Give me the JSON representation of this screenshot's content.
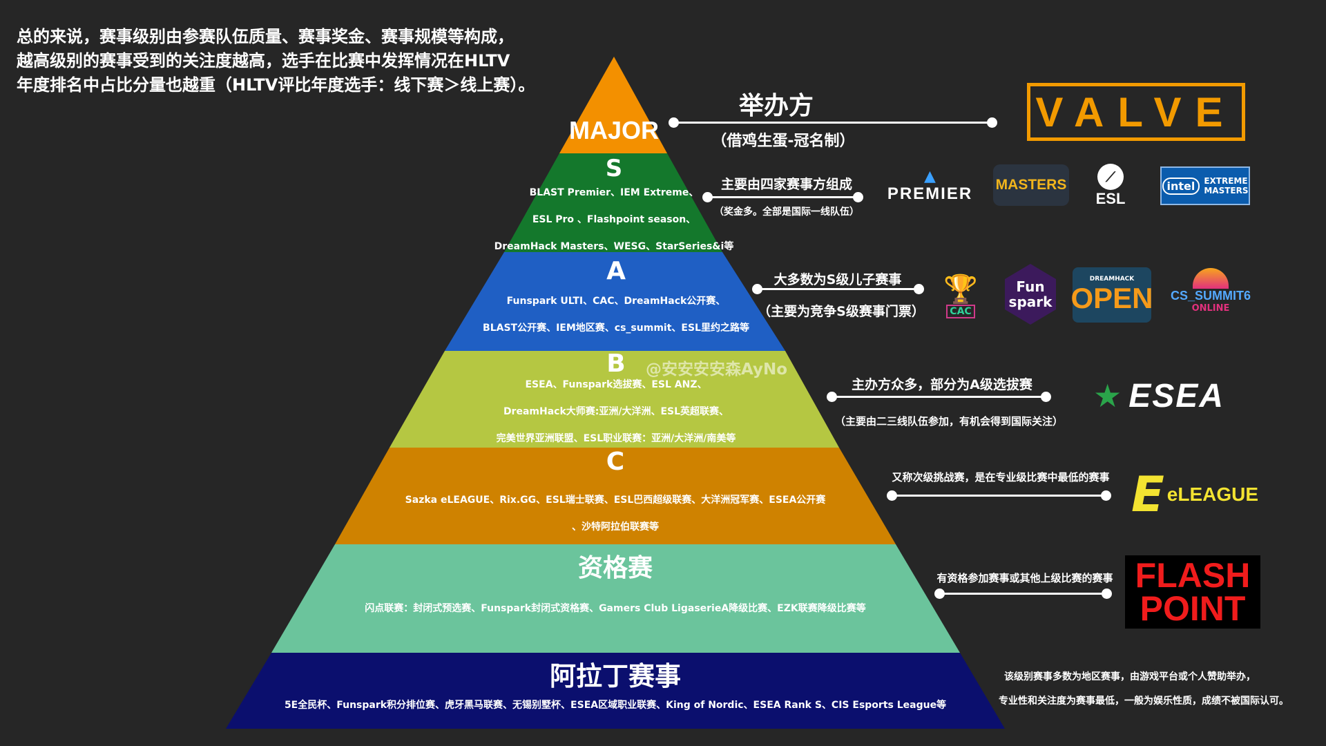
{
  "intro": [
    "总的来说，赛事级别由参赛队伍质量、赛事奖金、赛事规模等构成，",
    "越高级别的赛事受到的关注度越高，选手在比赛中发挥情况在HLTV",
    "年度排名中占比分量也越重（HLTV评比年度选手：线下赛＞线上赛）。"
  ],
  "watermark": "@安安安安森AyNo",
  "tiers": [
    {
      "label": "MAJOR",
      "color": "#f39000",
      "lines": []
    },
    {
      "label": "S",
      "color": "#14782c",
      "lines": [
        "BLAST Premier、IEM Extreme、",
        "ESL Pro 、Flashpoint season、",
        "DreamHack Masters、WESG、StarSeries&i等"
      ]
    },
    {
      "label": "A",
      "color": "#1f5fc4",
      "lines": [
        "Funspark ULTI、CAC、DreamHack公开赛、",
        "BLAST公开赛、IEM地区赛、cs_summit、ESL里约之路等"
      ]
    },
    {
      "label": "B",
      "color": "#b5c742",
      "lines": [
        "ESEA、Funspark选拔赛、ESL ANZ、",
        "DreamHack大师赛:亚洲/大洋洲、ESL英超联赛、",
        "完美世界亚洲联盟、ESL职业联赛：亚洲/大洋洲/南美等"
      ]
    },
    {
      "label": "C",
      "color": "#cf8200",
      "lines": [
        "Sazka eLEAGUE、Rix.GG、ESL瑞士联赛、ESL巴西超级联赛、大洋洲冠军赛、ESEA公开赛",
        "、沙特阿拉伯联赛等"
      ]
    },
    {
      "label": "资格赛",
      "color": "#6bc49c",
      "lines": [
        "闪点联赛：封闭式预选赛、Funspark封闭式资格赛、Gamers Club LigaserieA降级比赛、EZK联赛降级比赛等"
      ]
    },
    {
      "label": "阿拉丁赛事",
      "color": "#0b0f6e",
      "lines": [
        "5E全民杯、Funspark积分排位赛、虎牙黑马联赛、无锡别墅杯、ESEA区域职业联赛、King of Nordic、ESEA Rank S、CIS Esports League等"
      ]
    }
  ],
  "annotations": {
    "major": {
      "top": "举办方",
      "bottom": "（借鸡生蛋-冠名制）"
    },
    "s": {
      "top": "主要由四家赛事方组成",
      "bottom": "（奖金多。全部是国际一线队伍）"
    },
    "a": {
      "top": "大多数为S级儿子赛事",
      "bottom": "（主要为竞争S级赛事门票）"
    },
    "b": {
      "top": "主办方众多，部分为A级选拔赛",
      "bottom": "（主要由二三线队伍参加，有机会得到国际关注）"
    },
    "c": {
      "top": "又称次级挑战赛，是在专业级比赛中最低的赛事"
    },
    "q": {
      "top": "有资格参加赛事或其他上级比赛的赛事"
    },
    "aladdin": {
      "line1": "该级别赛事多数为地区赛事，由游戏平台或个人赞助举办，",
      "line2": "专业性和关注度为赛事最低，一般为娱乐性质，成绩不被国际认可。"
    }
  },
  "logos": {
    "valve": "VALVE",
    "premier": "PREMIER",
    "masters": "MASTERS",
    "esl": "ESL",
    "intel_top": "EXTREME",
    "intel_mid": "MASTERS",
    "intel_brand": "intel",
    "cac": "CAC",
    "funspark1": "Fun",
    "funspark2": "spark",
    "open_small": "DREAMHACK",
    "open": "OPEN",
    "summit1": "CS_SUMMIT6",
    "summit2": "ONLINE",
    "esea": "ESEA",
    "eleague": "eLEAGUE",
    "flash": "FLASH",
    "point": "POINT"
  }
}
